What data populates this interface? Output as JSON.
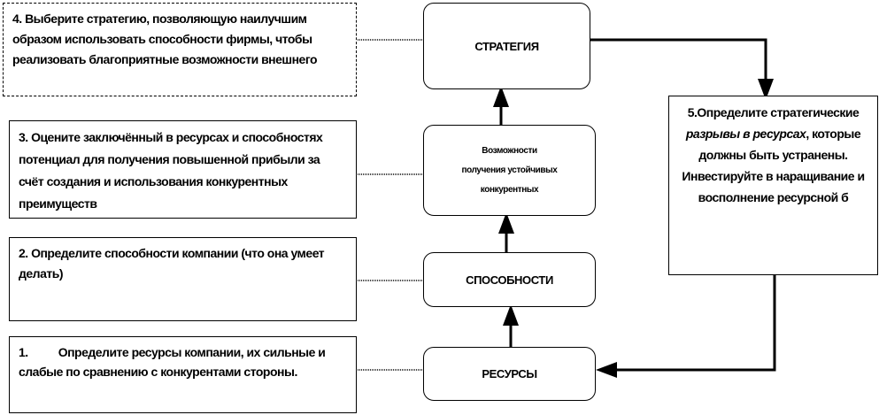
{
  "steps": {
    "step4": "4. Выберите стратегию, позволяющую наилучшим образом использовать способности фирмы, чтобы реализовать благоприятные возможности внешнего",
    "step3": "3. Оцените заключённый в ресурсах и способностях потенциал для получения повышенной прибыли за счёт создания и использования конкурентных преимуществ",
    "step2": "2. Определите способности компании (что она умеет делать)",
    "step1_num": "1.",
    "step1": "Определите ресурсы компании, их сильные и слабые по сравнению с конкурентами стороны.",
    "step5_a": "5.Определите стратегические ",
    "step5_em1": "разрывы в ресурсах",
    "step5_b": ", которые должны быть устранены. Инвестируйте в наращивание и восполнение ресурсной б"
  },
  "nodes": {
    "strategy": "СТРАТЕГИЯ",
    "opportunities": "Возможности получения устойчивых конкурентных",
    "capabilities": "СПОСОБНОСТИ",
    "resources": "РЕСУРСЫ"
  }
}
